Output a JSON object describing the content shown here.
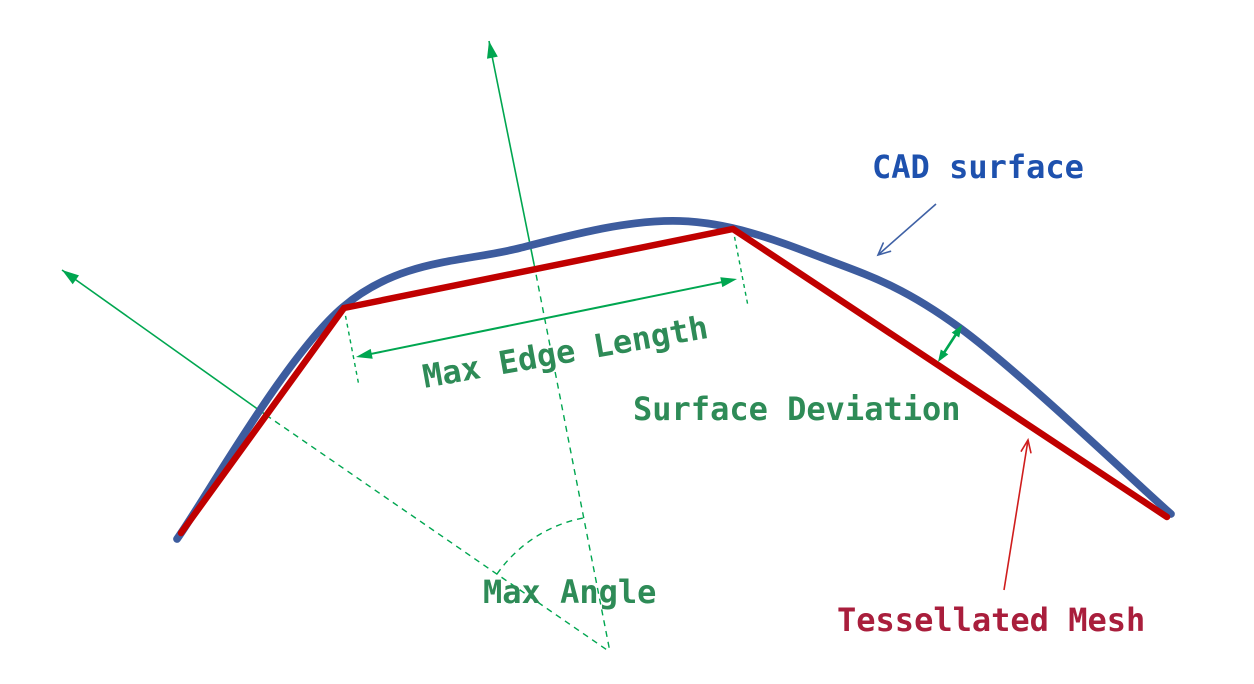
{
  "labels": {
    "cad_surface": "CAD surface",
    "max_edge_length": "Max Edge Length",
    "surface_deviation": "Surface Deviation",
    "max_angle": "Max Angle",
    "tessellated_mesh": "Tessellated Mesh"
  },
  "colors": {
    "cad_surface_curve": "#3d5c9e",
    "cad_surface_text": "#1e51ae",
    "cad_pointer_blue": "#3f61a5",
    "mesh_line": "#c00000",
    "mesh_text": "#a91e3c",
    "mesh_pointer_red": "#cf1d1d",
    "annotation_green": "#00a650",
    "annotation_text_green": "#2e8b57"
  }
}
